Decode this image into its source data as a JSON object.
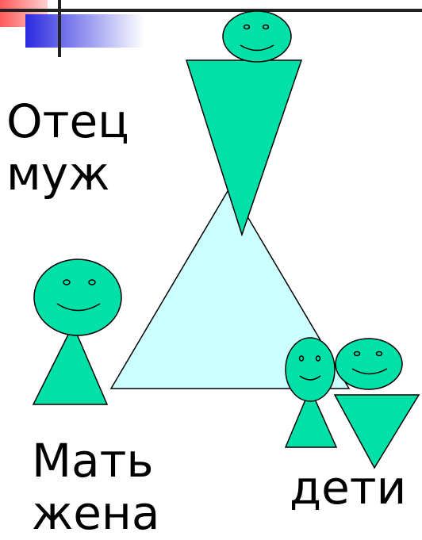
{
  "labels": {
    "father": [
      "Отец",
      "муж"
    ],
    "mother": [
      "Мать",
      "жена"
    ],
    "children": "дети"
  },
  "colors": {
    "figure_fill": "#00e0a8",
    "figure_stroke": "#000000",
    "family_triangle": "#ccffff",
    "deco_red": "#ff5a5a",
    "deco_blue": "#2a2ae0",
    "deco_line": "#222222"
  },
  "figures": [
    "father",
    "mother",
    "child-girl",
    "child-boy"
  ],
  "icons": [
    "smiley-face-icon",
    "corner-decoration-icon"
  ]
}
